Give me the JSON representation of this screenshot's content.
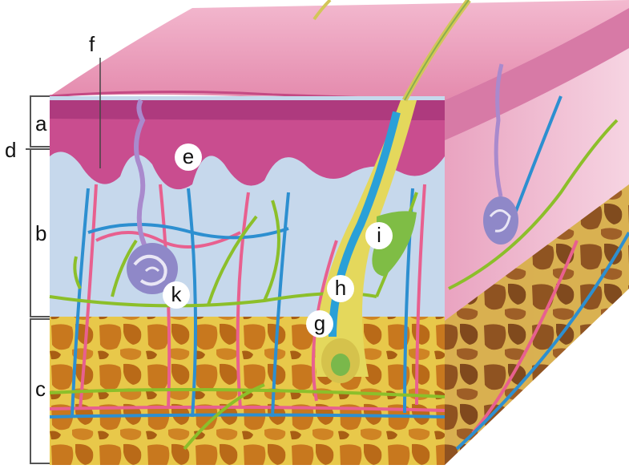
{
  "labels": {
    "a": "a",
    "b": "b",
    "c": "c",
    "d": "d",
    "e": "e",
    "f": "f",
    "g": "g",
    "h": "h",
    "i": "i",
    "k": "k"
  },
  "colors": {
    "epidermis": "#b8397f",
    "dermis": "#c9d9ec",
    "fat": "#c87a1c",
    "artery": "#e8608f",
    "vein": "#2d8fd0",
    "nerve": "#8cbf2a",
    "hair": "#e6d35a"
  }
}
